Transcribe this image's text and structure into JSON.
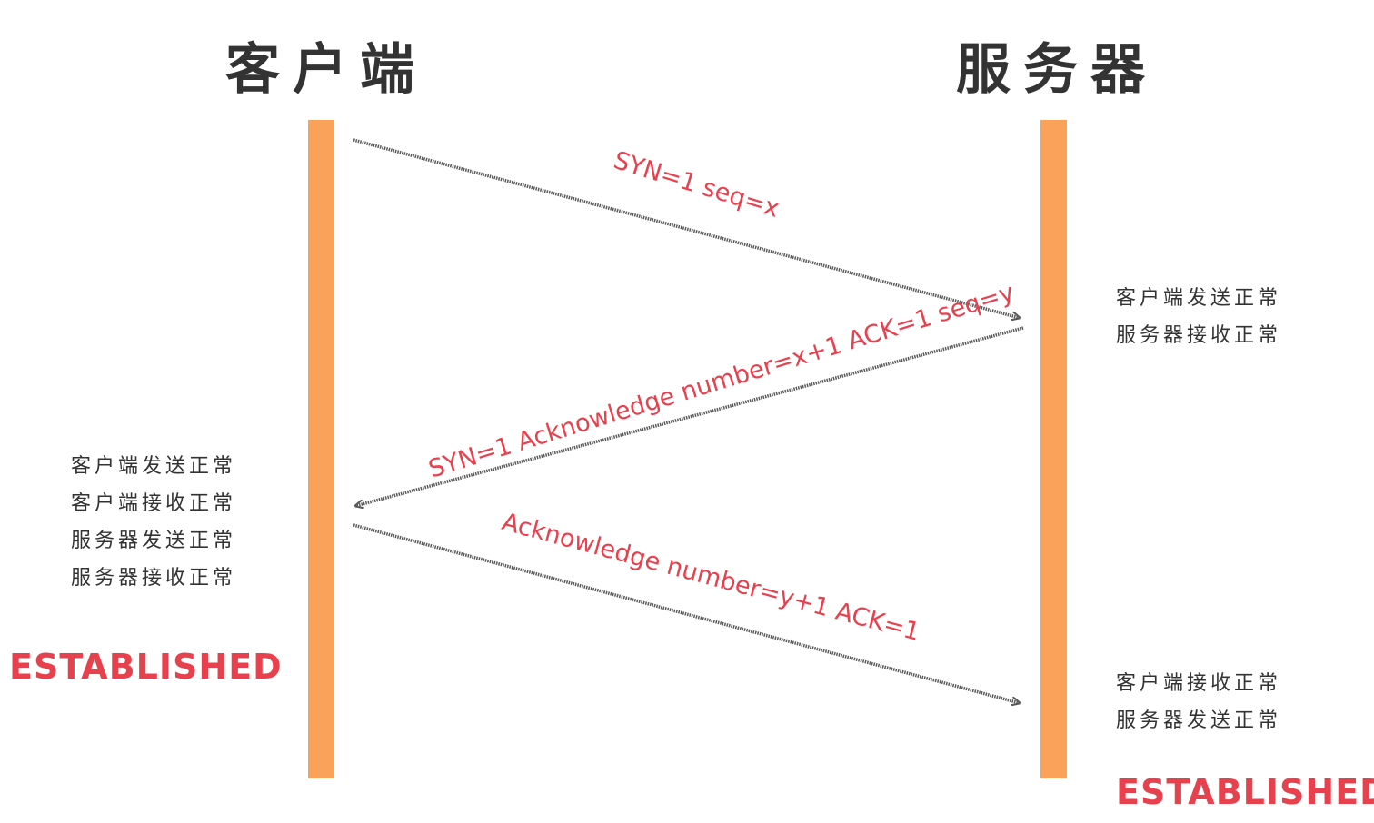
{
  "colors": {
    "lifeline": "#fba25a",
    "arrow": "#5a5a5a",
    "label": "#e8414e",
    "text": "#333333"
  },
  "titles": {
    "client": "客户端",
    "server": "服务器"
  },
  "messages": [
    {
      "label": "SYN=1  seq=x"
    },
    {
      "label": "SYN=1  Acknowledge number=x+1  ACK=1  seq=y"
    },
    {
      "label": "Acknowledge number=y+1 ACK=1"
    }
  ],
  "notes": {
    "server_after_syn": [
      "客户端发送正常",
      "服务器接收正常"
    ],
    "client_after_synack": [
      "客户端发送正常",
      "客户端接收正常",
      "服务器发送正常",
      "服务器接收正常"
    ],
    "server_after_ack": [
      "客户端接收正常",
      "服务器发送正常"
    ]
  },
  "states": {
    "client": "ESTABLISHED",
    "server": "ESTABLISHED"
  }
}
